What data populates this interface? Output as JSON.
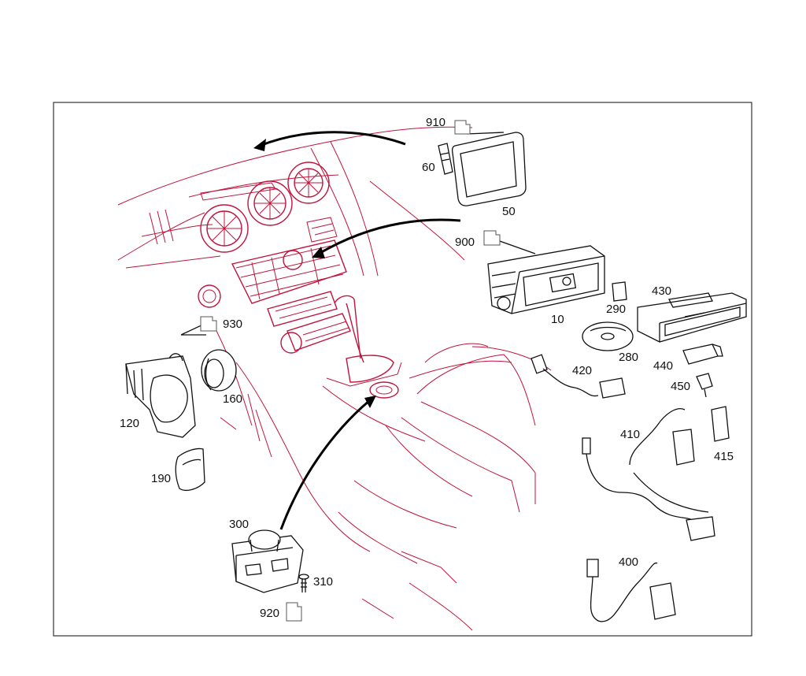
{
  "labels": {
    "n910": "910",
    "n60": "60",
    "n50": "50",
    "n900": "900",
    "n10": "10",
    "n290": "290",
    "n430": "430",
    "n280": "280",
    "n440": "440",
    "n420": "420",
    "n450": "450",
    "n410": "410",
    "n415": "415",
    "n930": "930",
    "n120": "120",
    "n160": "160",
    "n190": "190",
    "n300": "300",
    "n310": "310",
    "n920": "920",
    "n400": "400"
  },
  "colors": {
    "vehicle_line": "#c0143c",
    "part_line": "#111111",
    "frame": "#333333"
  }
}
